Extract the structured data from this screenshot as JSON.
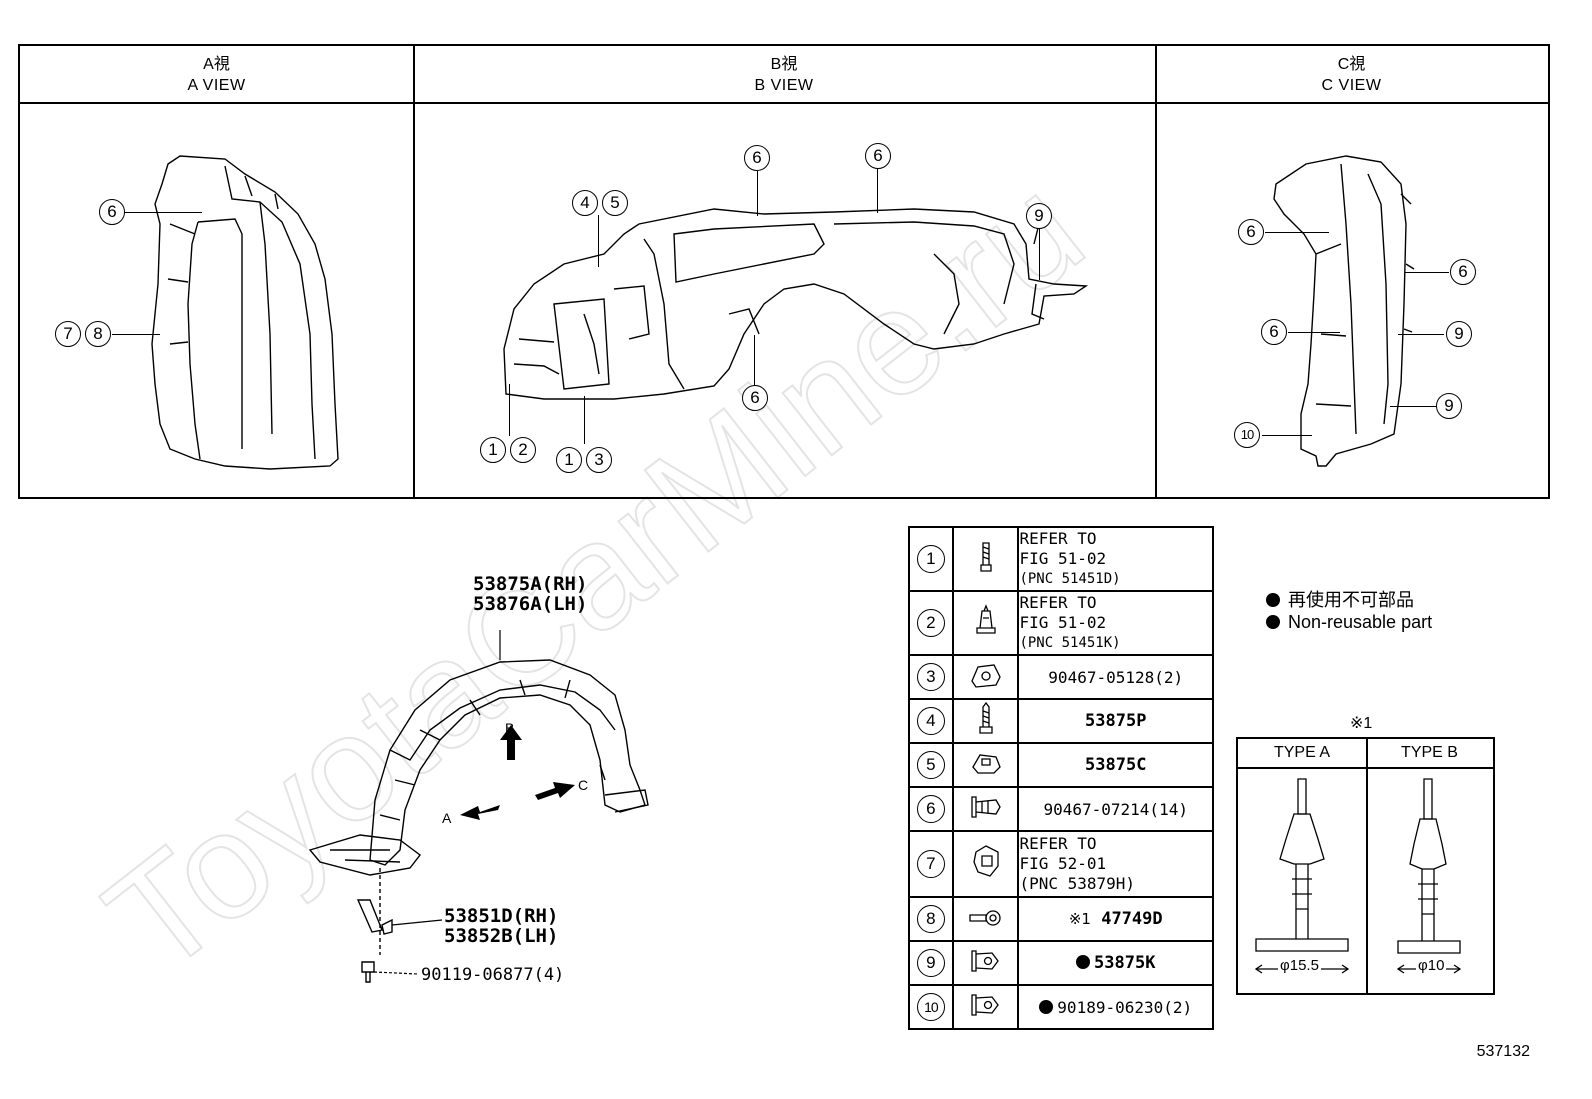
{
  "views": [
    {
      "jp": "A視",
      "en": "A VIEW"
    },
    {
      "jp": "B視",
      "en": "B VIEW"
    },
    {
      "jp": "C視",
      "en": "C VIEW"
    }
  ],
  "a_view_callouts": [
    "6",
    "7",
    "8"
  ],
  "b_view_callouts": [
    "6",
    "6",
    "6",
    "4",
    "5",
    "9",
    "1",
    "2",
    "1",
    "3"
  ],
  "c_view_callouts": [
    "6",
    "6",
    "6",
    "9",
    "9",
    "10"
  ],
  "assembly": {
    "liner_rh": "53875A(RH)",
    "liner_lh": "53876A(LH)",
    "bracket_rh": "53851D(RH)",
    "bracket_lh": "53852B(LH)",
    "bolt": "90119-06877(4)",
    "arrow_a": "A",
    "arrow_b": "B",
    "arrow_c": "C"
  },
  "parts_table": [
    {
      "num": "1",
      "icon": "bolt-icon",
      "ref1": "REFER TO",
      "ref2": "FIG 51-02",
      "ref3": "(PNC 51451D)"
    },
    {
      "num": "2",
      "icon": "clip-icon",
      "ref1": "REFER TO",
      "ref2": "FIG 51-02",
      "ref3": "(PNC 51451K)"
    },
    {
      "num": "3",
      "icon": "nut-clip-icon",
      "part": "90467-05128(2)"
    },
    {
      "num": "4",
      "icon": "screw-icon",
      "part": "53875P"
    },
    {
      "num": "5",
      "icon": "speed-nut-icon",
      "part": "53875C"
    },
    {
      "num": "6",
      "icon": "push-rivet-icon",
      "part": "90467-07214(14)"
    },
    {
      "num": "7",
      "icon": "retainer-icon",
      "ref1": "REFER TO",
      "ref2": "FIG 52-01",
      "ref3": "(PNC 53879H)"
    },
    {
      "num": "8",
      "icon": "pin-clip-icon",
      "note_mark": "※1",
      "part": "47749D"
    },
    {
      "num": "9",
      "icon": "grommet-clip-icon",
      "part": "53875K",
      "non_reusable": true
    },
    {
      "num": "10",
      "icon": "grommet-clip-icon",
      "part": "90189-06230(2)",
      "non_reusable": true
    }
  ],
  "legend": {
    "jp": "再使用不可部品",
    "en": "Non-reusable part"
  },
  "type_box": {
    "title": "※1",
    "type_a": "TYPE A",
    "type_b": "TYPE B",
    "dim_a": "φ15.5",
    "dim_b": "φ10"
  },
  "watermark": "ToyotaCarMine.ru",
  "illustration_code": "537132",
  "colors": {
    "line": "#000000",
    "watermark": "#e6e6e6"
  }
}
